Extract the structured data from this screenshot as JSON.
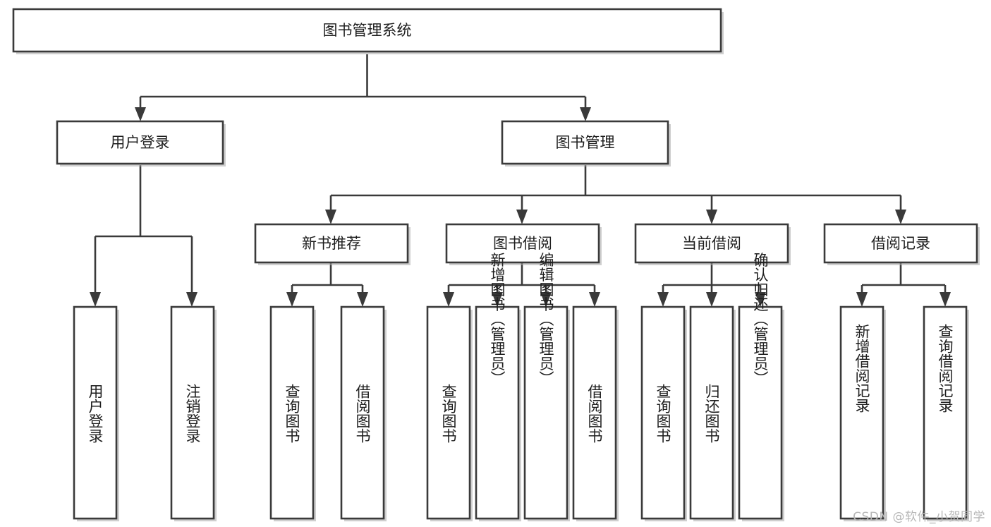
{
  "diagram": {
    "type": "tree",
    "title": "图书管理系统",
    "orientation": "top-down",
    "colors": {
      "stroke": "#3a3a3a",
      "fill": "#ffffff",
      "text": "#1e1e1e",
      "shadow": "#a8a8a8",
      "watermark": "#b7b7b7"
    },
    "root": {
      "label": "图书管理系统"
    },
    "level2": [
      {
        "label": "用户登录"
      },
      {
        "label": "图书管理"
      }
    ],
    "level3": [
      {
        "label": "新书推荐"
      },
      {
        "label": "图书借阅"
      },
      {
        "label": "当前借阅"
      },
      {
        "label": "借阅记录"
      }
    ],
    "leaves": {
      "user_login": [
        {
          "label": "用户登录"
        },
        {
          "label": "注销登录"
        }
      ],
      "new_book_recommend": [
        {
          "label": "查询图书"
        },
        {
          "label": "借阅图书"
        }
      ],
      "book_borrow": [
        {
          "label": "查询图书"
        },
        {
          "label": "新增图书（管理员）"
        },
        {
          "label": "编辑图书（管理员）"
        },
        {
          "label": "借阅图书"
        }
      ],
      "current_borrow": [
        {
          "label": "查询图书"
        },
        {
          "label": "归还图书"
        },
        {
          "label": "确认归还（管理员）"
        }
      ],
      "borrow_record": [
        {
          "label": "新增借阅记录"
        },
        {
          "label": "查询借阅记录"
        }
      ]
    }
  },
  "watermark": {
    "text": "CSDN @软件_小贺同学"
  }
}
